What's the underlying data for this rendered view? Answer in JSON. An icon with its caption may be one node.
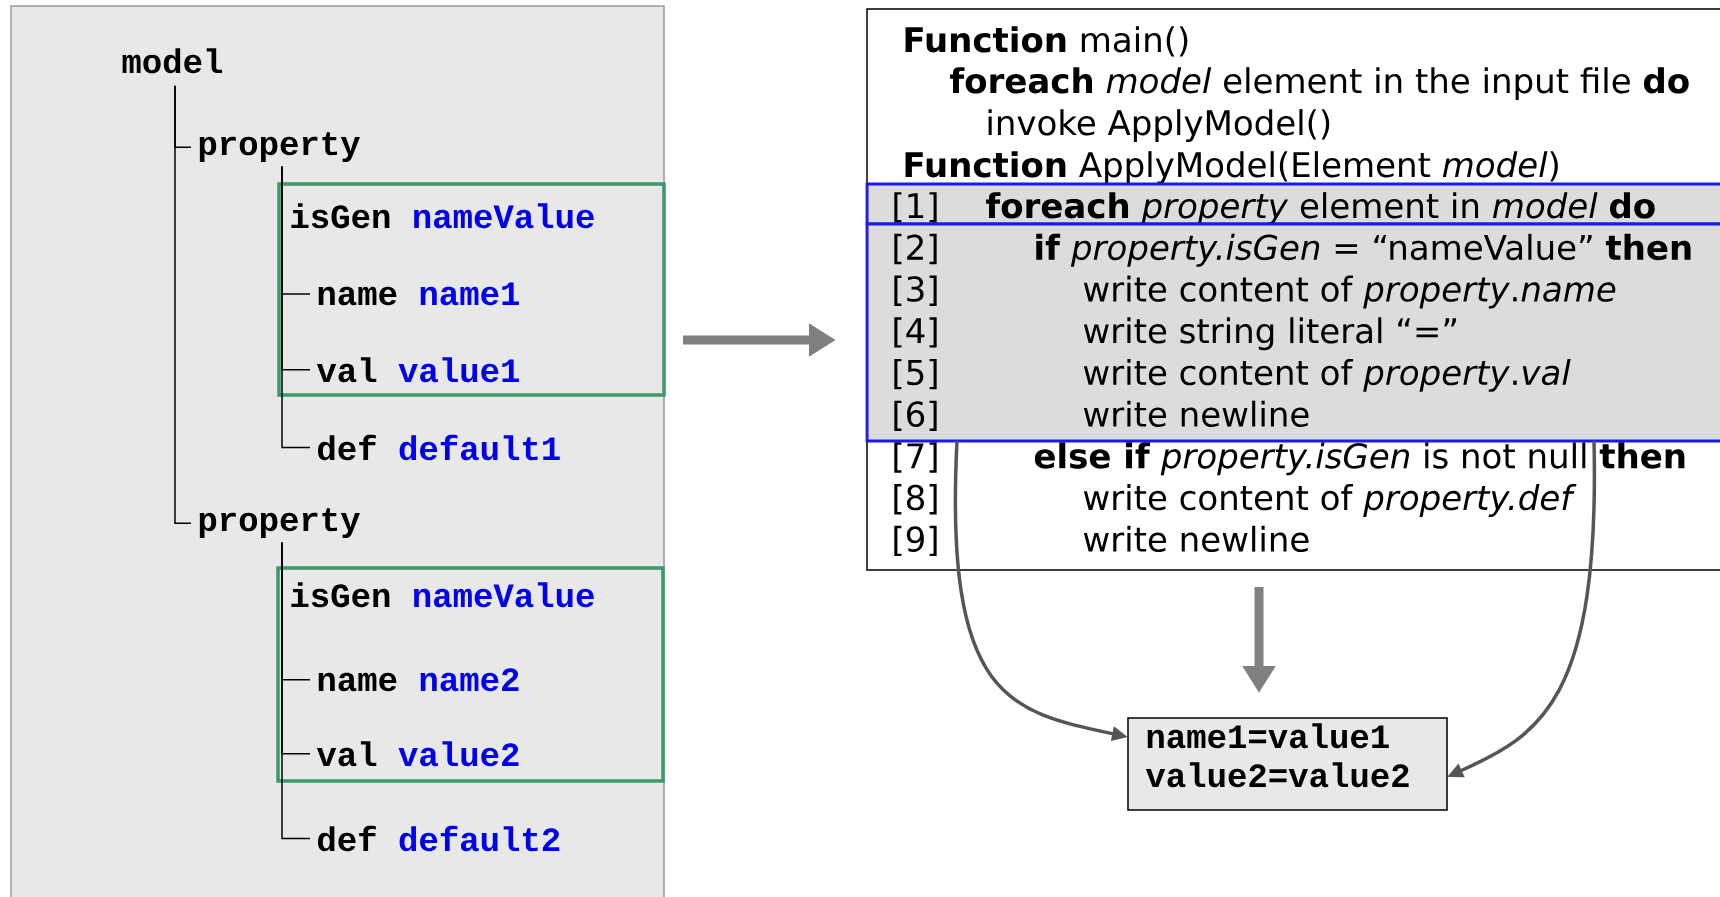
{
  "diagram": {
    "nodes": [
      {
        "text": [],
        "shape": "box"
      },
      {
        "text": [
          "model"
        ],
        "in": 0
      },
      {
        "text": [
          "property"
        ],
        "in": 0
      },
      {
        "text": [],
        "shape": "box",
        "in": 0
      },
      {
        "text": [
          "isGen",
          "nameValue"
        ],
        "in": 3
      },
      {
        "text": [
          "name",
          "name1"
        ],
        "in": 3
      },
      {
        "text": [
          "val",
          "value1"
        ],
        "in": 3
      },
      {
        "text": [
          "def",
          "default1"
        ],
        "in": 0
      },
      {
        "text": [
          "property"
        ],
        "in": 0
      },
      {
        "text": [],
        "shape": "box",
        "in": 0
      },
      {
        "text": [
          "isGen",
          "nameValue"
        ],
        "in": 9
      },
      {
        "text": [
          "name",
          "name2"
        ],
        "in": 9
      },
      {
        "text": [
          "val",
          "value2"
        ],
        "in": 9
      },
      {
        "text": [
          "def",
          "default2"
        ],
        "in": 0
      },
      {
        "text": [
          "**Function** main()",
          "**foreach** *model* element in the input file **do**",
          "invoke ApplyModel()",
          "**Function** ApplyModel(Element *model*)",
          "[7]",
          "**else if** *property.isGen* is not null **then**",
          "[8]",
          "write content of *property.def*",
          "[9]",
          "write newline"
        ]
      },
      {
        "text": [
          "[1]",
          "**foreach** *property* element in *model* **do**"
        ],
        "in": 14
      },
      {
        "text": [
          "[2]",
          "**if** *property.isGen* = “nameValue” **then**",
          "[3]",
          "write content of *property*.*name*",
          "[4]",
          "write string literal “=”",
          "[5]",
          "write content of *property*.*val*",
          "[6]",
          "write newline"
        ],
        "in": 14
      },
      {
        "text": [
          "name1=value1",
          "value2=value2"
        ]
      }
    ],
    "edges": [
      {
        "from": 1,
        "to": 2,
        "arrow": "none"
      },
      {
        "from": 1,
        "to": 8,
        "arrow": "none"
      },
      {
        "from": 2,
        "to": 5,
        "arrow": "none"
      },
      {
        "from": 2,
        "to": 6,
        "arrow": "none"
      },
      {
        "from": 2,
        "to": 7,
        "arrow": "none"
      },
      {
        "from": 8,
        "to": 11,
        "arrow": "none"
      },
      {
        "from": 8,
        "to": 12,
        "arrow": "none"
      },
      {
        "from": 8,
        "to": 13,
        "arrow": "none"
      },
      {
        "from": 3,
        "to": 14,
        "arrow": "to",
        "style": "thick",
        "color": "#808080"
      },
      {
        "from": 14,
        "to": 17,
        "arrow": "to",
        "style": "thick",
        "color": "#808080"
      },
      {
        "from": 16,
        "to": 17,
        "arrow": "to",
        "color": "#555555"
      },
      {
        "from": 16,
        "to": 17,
        "arrow": "to",
        "color": "#555555"
      }
    ]
  }
}
